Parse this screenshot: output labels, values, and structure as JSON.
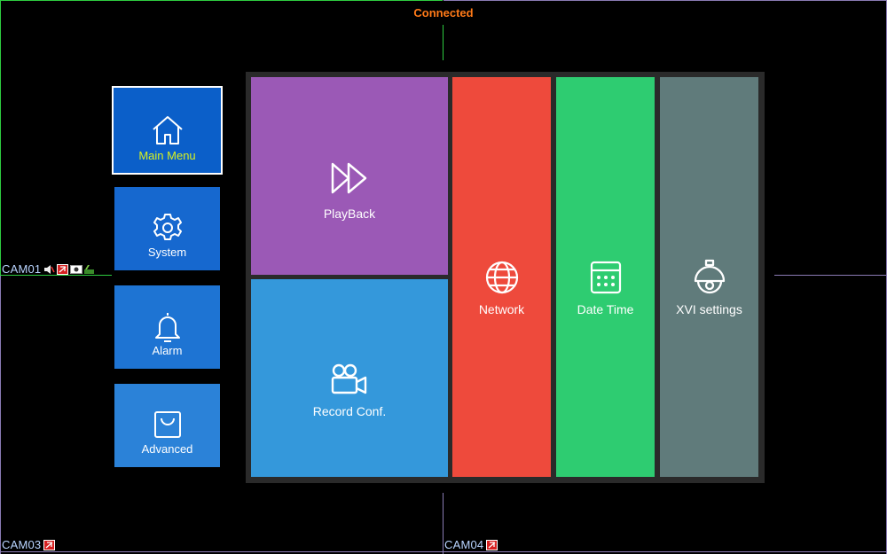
{
  "status": {
    "text": "Connected",
    "color": "#ff7a18"
  },
  "cameras": [
    {
      "id": "cam01",
      "label": "CAM01",
      "icons": [
        "speaker-muted-icon",
        "no-signal-icon",
        "camera-icon",
        "record-icon"
      ]
    },
    {
      "id": "cam03",
      "label": "CAM03",
      "icons": [
        "no-signal-icon"
      ]
    },
    {
      "id": "cam04",
      "label": "CAM04",
      "icons": [
        "no-signal-icon"
      ]
    }
  ],
  "side_menu": {
    "items": [
      {
        "label": "Main Menu",
        "icon": "home-icon",
        "selected": true,
        "color": "#0b5fc9",
        "label_color": "#d7f020"
      },
      {
        "label": "System",
        "icon": "gear-icon",
        "selected": false,
        "color": "#1668cf"
      },
      {
        "label": "Alarm",
        "icon": "bell-icon",
        "selected": false,
        "color": "#1e74d3"
      },
      {
        "label": "Advanced",
        "icon": "shopping-bag-icon",
        "selected": false,
        "color": "#2b82d8"
      }
    ]
  },
  "main_tiles": [
    {
      "label": "PlayBack",
      "icon": "fast-forward-icon",
      "color": "#9b59b6"
    },
    {
      "label": "Record Conf.",
      "icon": "video-camera-icon",
      "color": "#3498db"
    },
    {
      "label": "Network",
      "icon": "globe-icon",
      "color": "#ee4a3c"
    },
    {
      "label": "Date Time",
      "icon": "calendar-icon",
      "color": "#2ecc71"
    },
    {
      "label": "XVI settings",
      "icon": "dome-camera-icon",
      "color": "#607b7b"
    }
  ]
}
